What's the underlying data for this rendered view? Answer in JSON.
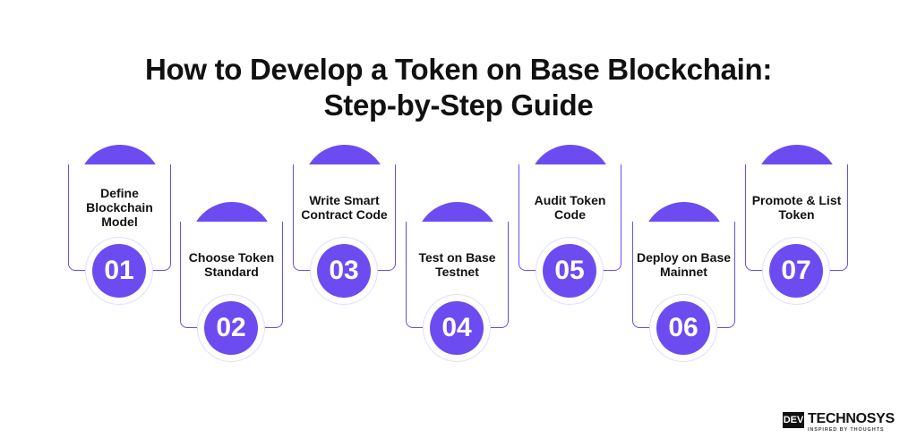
{
  "title": {
    "line1": "How to Develop a Token on Base Blockchain:",
    "line2": "Step-by-Step Guide"
  },
  "steps": [
    {
      "number": "01",
      "label": "Define Blockchain Model"
    },
    {
      "number": "02",
      "label": "Choose Token Standard"
    },
    {
      "number": "03",
      "label": "Write Smart Contract Code"
    },
    {
      "number": "04",
      "label": "Test on Base Testnet"
    },
    {
      "number": "05",
      "label": "Audit Token Code"
    },
    {
      "number": "06",
      "label": "Deploy on Base Mainnet"
    },
    {
      "number": "07",
      "label": "Promote & List Token"
    }
  ],
  "logo": {
    "dev": "DEV",
    "brand": "TECHNOSYS",
    "tagline": "INSPIRED BY THOUGHTS"
  },
  "colors": {
    "accent": "#6c4cf0",
    "text": "#111111",
    "background": "#ffffff"
  }
}
